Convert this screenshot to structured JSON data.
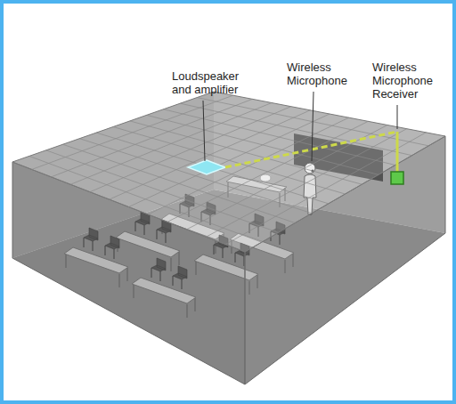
{
  "diagram": {
    "labels": [
      "Loudspeaker and amplifier",
      "Wireless Microphone",
      "Wireless Microphone Receiver"
    ]
  }
}
